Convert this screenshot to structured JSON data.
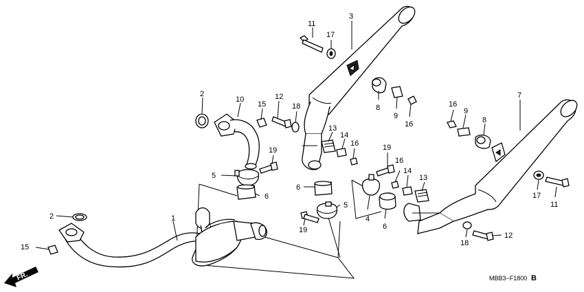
{
  "callouts": {
    "p1": "1",
    "p2a": "2",
    "p2b": "2",
    "p3": "3",
    "p4": "4",
    "p5a": "5",
    "p5b": "5",
    "p6a": "6",
    "p6b": "6",
    "p7": "7",
    "p8a": "8",
    "p8b": "8",
    "p9a": "9",
    "p9b": "9",
    "p10": "10",
    "p11a": "11",
    "p11b": "11",
    "p12a": "12",
    "p12b": "12",
    "p13a": "13",
    "p13b": "13",
    "p14a": "14",
    "p14b": "14",
    "p15a": "15",
    "p15b": "15",
    "p16a": "16",
    "p16b": "16",
    "p16c": "16",
    "p16d": "16",
    "p17a": "17",
    "p17b": "17",
    "p18a": "18",
    "p18b": "18",
    "p19a": "19",
    "p19b": "19",
    "p19c": "19"
  },
  "direction_label": "FR.",
  "diagram_code": "MBB3−F1800",
  "diagram_code_suffix": "B"
}
